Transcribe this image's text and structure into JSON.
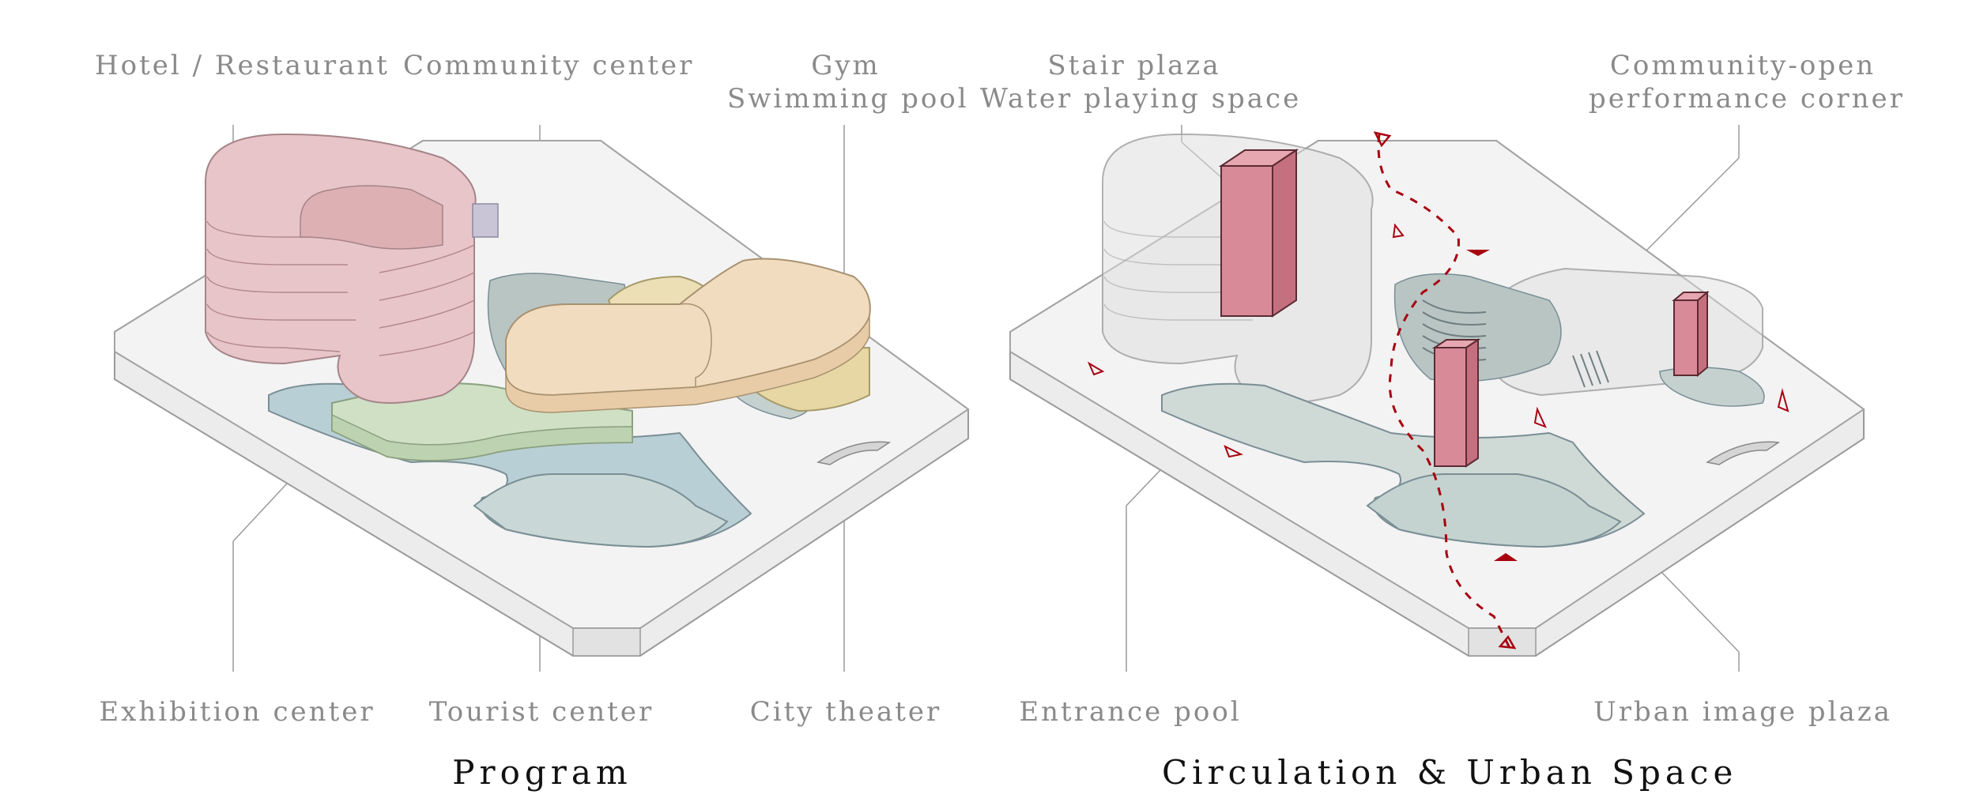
{
  "panels": [
    {
      "caption": "Program",
      "labels": {
        "hotel": "Hotel / Restaurant",
        "community": "Community center",
        "gym_line1": "Gym",
        "gym_line2": "Swimming pool",
        "exhibition": "Exhibition center",
        "tourist": "Tourist center",
        "theater": "City theater"
      }
    },
    {
      "caption": "Circulation & Urban Space",
      "labels": {
        "stair_line1": "Stair plaza",
        "stair_line2": "Water playing space",
        "community_open_line1": "Community-open",
        "community_open_line2": "performance corner",
        "entrance_pool": "Entrance pool",
        "urban_plaza": "Urban image plaza"
      }
    }
  ],
  "colors": {
    "hotel": "#e8c5c8",
    "exhibition": "#cfe0c4",
    "theater": "#f1dcc0",
    "gym": "#ecdfb5",
    "water": "#b9cfd6",
    "accent": "#a8000f",
    "tower": "#d98a98"
  }
}
